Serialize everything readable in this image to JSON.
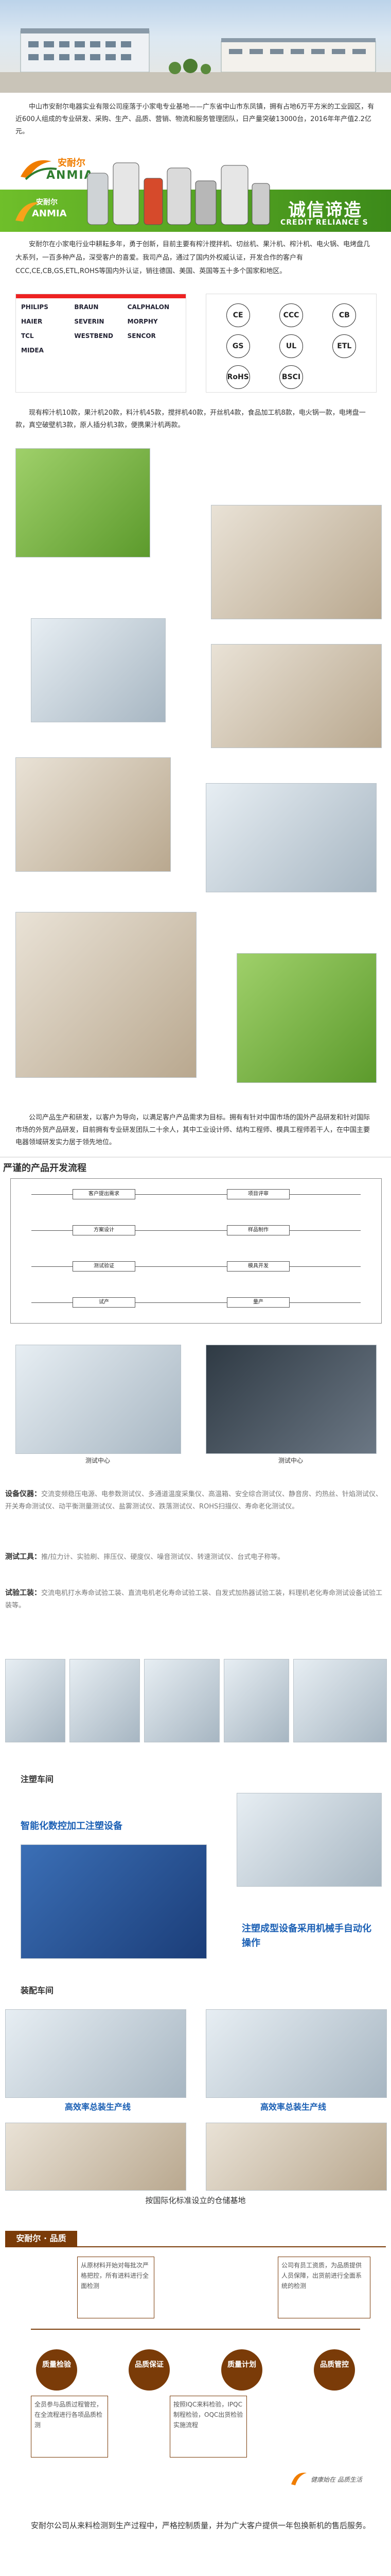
{
  "intro": {
    "text": "中山市安耐尔电器实业有限公司座落于小家电专业基地——广东省中山市东凤镇，拥有占地6万平方米的工业园区，有近600人组成的专业研发、采购、生产、品质、营销、物流和服务管理团队，日产量突破13000台，2016年年产值2.2亿元。"
  },
  "brand": {
    "name_cn": "安耐尔",
    "name_en": "ANMIA",
    "slogan_cn": "诚信谛造",
    "slogan_en": "CREDIT RELIANCE S"
  },
  "about": {
    "text": "安耐尔在小家电行业中耕耘多年，勇于创新，目前主要有榨汁搅拌机、切丝机、果汁机、榨汁机、电火锅、电烤盘几大系列，一百多种产品，深受客户的喜爱。我司产品，通过了国内外权威认证，开发合作的客户有CCC,CE,CB,GS,ETL,ROHS等国内外认证，销往德国、美国、英国等五十多个国家和地区。"
  },
  "partners": [
    "PHILIPS",
    "BRAUN",
    "CALPHALON",
    "HAIER",
    "SEVERIN",
    "MORPHY",
    "TCL",
    "WESTBEND",
    "SENCOR",
    "MIDEA"
  ],
  "certs": [
    "CE",
    "CCC",
    "CB",
    "GS",
    "UL",
    "ETL",
    "RoHS",
    "BSCI"
  ],
  "lineup": {
    "text": "现有榨汁机10款，果汁机20款，料汁机45款，搅拌机40款，开丝机4款，食品加工机8款，电火锅一款，电烤盘一款，真空破壁机3款，原人插分机3款，便携果汁机两款。"
  },
  "partnership": {
    "text": "公司产品生产和研发，以客户为导向，以满足客户产品需求为目标。拥有有针对中国市场的国外产品研发和针对国际市场的外贸产品研发，目前拥有专业研发团队二十余人，其中工业设计师、结构工程师、模具工程师若干人，在中国主要电器领域研发实力居于领先地位。"
  },
  "devflow": {
    "title": "严谨的产品开发流程",
    "steps": [
      "客户提出需求",
      "项目评审",
      "方案设计",
      "样品制作",
      "测试验证",
      "模具开发",
      "试产",
      "量产"
    ]
  },
  "testing": {
    "label1": "测试中心",
    "label2": "测试中心",
    "equipment_label": "设备仪器：",
    "equipment_text": "交流变频稳压电源、电参数测试仪、多通道温度采集仪、高温箱、安全综合测试仪、静音房、灼热丝、针焰测试仪、开关寿命测试仪、动平衡测量测试仪、盐雾测试仪、跌落测试仪、ROHS扫描仪、寿命老化测试仪。",
    "tools_label": "测试工具：",
    "tools_text": "推/拉力计、实验刷、摔压仪、硬度仪、噪音测试仪、转速测试仪、台式电子称等。",
    "fixtures_label": "试验工装：",
    "fixtures_text": "交流电机打水寿命试验工装、直流电机老化寿命试验工装、自发式加热器试验工装，料理机老化寿命测试设备试验工装等。"
  },
  "injection": {
    "title": "注塑车间",
    "caption1": "智能化数控加工注塑设备",
    "caption2": "注塑成型设备采用机械手自动化操作"
  },
  "assembly": {
    "title": "装配车间",
    "caption1": "高效率总装生产线",
    "caption2": "高效率总装生产线",
    "warehouse": "按国际化标准设立的仓储基地"
  },
  "quality": {
    "header": "安耐尔 · 品质",
    "steps": [
      "质量检验",
      "品质保证",
      "质量计划",
      "品质管控"
    ],
    "note1": "从原材料开始对每批次严格把控，所有进料进行全面检测",
    "note2": "全员参与品质过程管控，在全流程进行各项品质检测",
    "note3": "按照IQC来料检验，IPQC制程检验，OQC出货检验实施流程",
    "note4": "公司有员工资质，为品质提供人员保障，出货前进行全面系统的检测"
  },
  "footer": {
    "text": "安耐尔公司从来料检测到生产过程中，严格控制质量，并为广大客户提供一年包换新机的售后服务。",
    "brand": "健康始在 品质生活"
  }
}
